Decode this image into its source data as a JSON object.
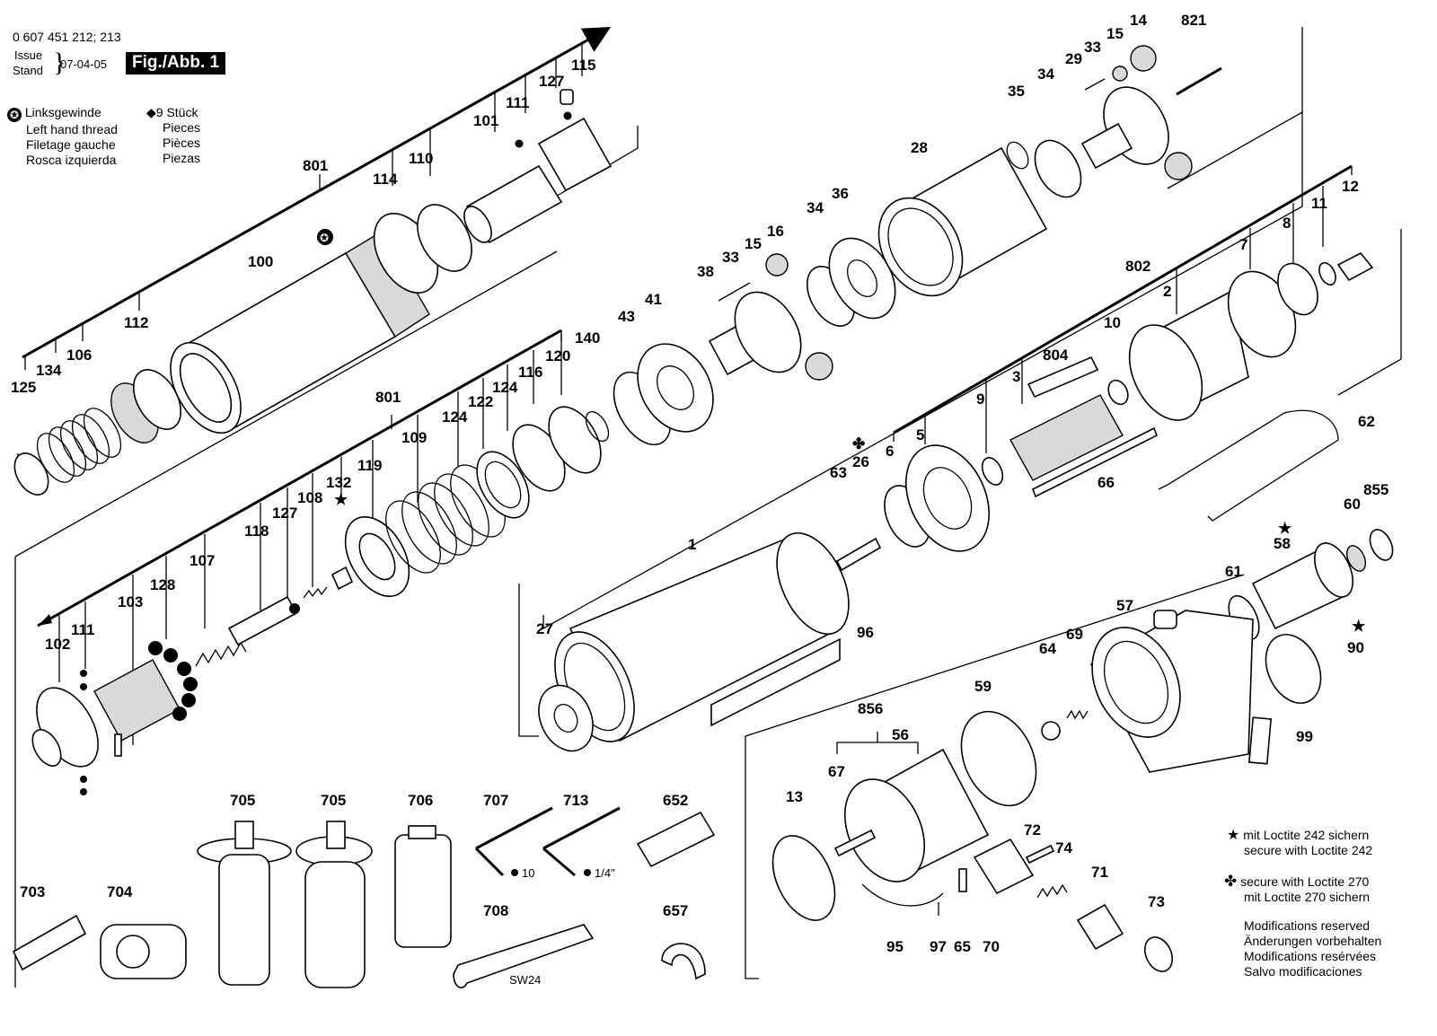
{
  "header": {
    "doc_number": "0 607 451 212; 213",
    "issue_label": "Issue",
    "stand_label": "Stand",
    "date": "07-04-05",
    "figure_label": "Fig./Abb. 1"
  },
  "legend_left": {
    "lh_thread": [
      "Linksgewinde",
      "Left hand thread",
      "Filetage gauche",
      "Rosca izquierda"
    ],
    "nine_pieces": [
      "9 Stück",
      "Pieces",
      "Pièces",
      "Piezas"
    ]
  },
  "legend_right": {
    "loctite_242": [
      "mit Loctite 242 sichern",
      "secure with Loctite 242"
    ],
    "loctite_270": [
      "secure with Loctite 270",
      "mit Loctite 270 sichern"
    ],
    "modifications": [
      "Modifications reserved",
      "Änderungen vorbehalten",
      "Modifications resérvées",
      "Salvo modificaciones"
    ]
  },
  "tool_notes": {
    "hex_10": "10",
    "hex_quarter": "1/4\"",
    "wrench_size": "SW24"
  },
  "callouts": {
    "upper_left_group": [
      "801",
      "114",
      "110",
      "101",
      "111",
      "127",
      "115",
      "100",
      "112",
      "106",
      "134",
      "125"
    ],
    "middle_left_group": [
      "801",
      "109",
      "124",
      "122",
      "124",
      "116",
      "120",
      "119",
      "132",
      "108",
      "127",
      "118",
      "107",
      "128",
      "103",
      "111",
      "102",
      "140"
    ],
    "center_group": [
      "43",
      "41",
      "38",
      "33",
      "15",
      "16",
      "34",
      "36",
      "28",
      "35",
      "34",
      "29",
      "33",
      "15",
      "14",
      "821"
    ],
    "right_motor_group": [
      "802",
      "7",
      "8",
      "11",
      "12",
      "2",
      "804",
      "10",
      "3",
      "9",
      "5",
      "6",
      "26",
      "63",
      "66",
      "62"
    ],
    "right_lower_group": [
      "1",
      "27",
      "96",
      "855",
      "60",
      "58",
      "61",
      "57",
      "90",
      "64",
      "69",
      "59",
      "99",
      "856",
      "56",
      "67",
      "13",
      "72",
      "74",
      "71",
      "73",
      "95",
      "97",
      "65",
      "70"
    ],
    "accessories": [
      "705",
      "705",
      "706",
      "707",
      "713",
      "652",
      "703",
      "704",
      "708",
      "657"
    ]
  }
}
